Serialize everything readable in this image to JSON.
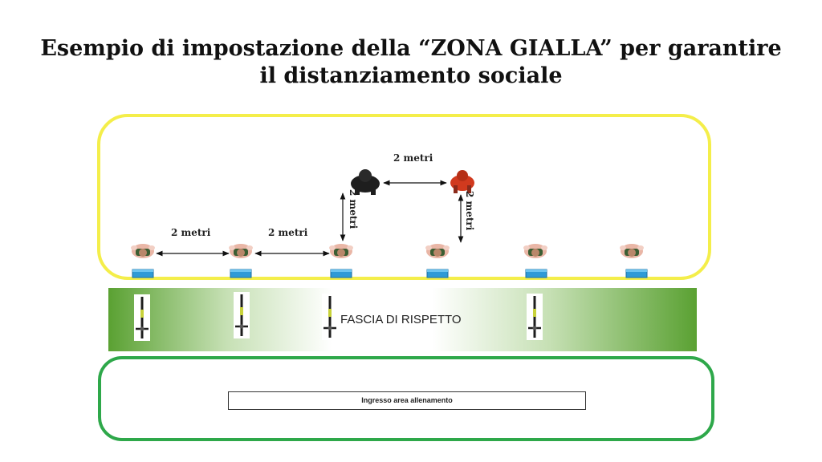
{
  "title": {
    "line1": "Esempio di impostazione della “ZONA GIALLA” per garantire",
    "line2": "il distanziamento sociale"
  },
  "distance_label": "2 metri",
  "band_label": "FASCIA DI RISPETTO",
  "entrance_label": "Ingresso area allenamento",
  "colors": {
    "yellow_zone": "#f4ee4a",
    "green_zone": "#2ea84a",
    "band_green": "#5aa132",
    "bench": "#2f9ad6",
    "person_dark": "#1e1e1e",
    "person_red": "#d13a1e"
  },
  "icons": [
    "person-topview-icon",
    "bench-icon",
    "bicycle-icon"
  ]
}
